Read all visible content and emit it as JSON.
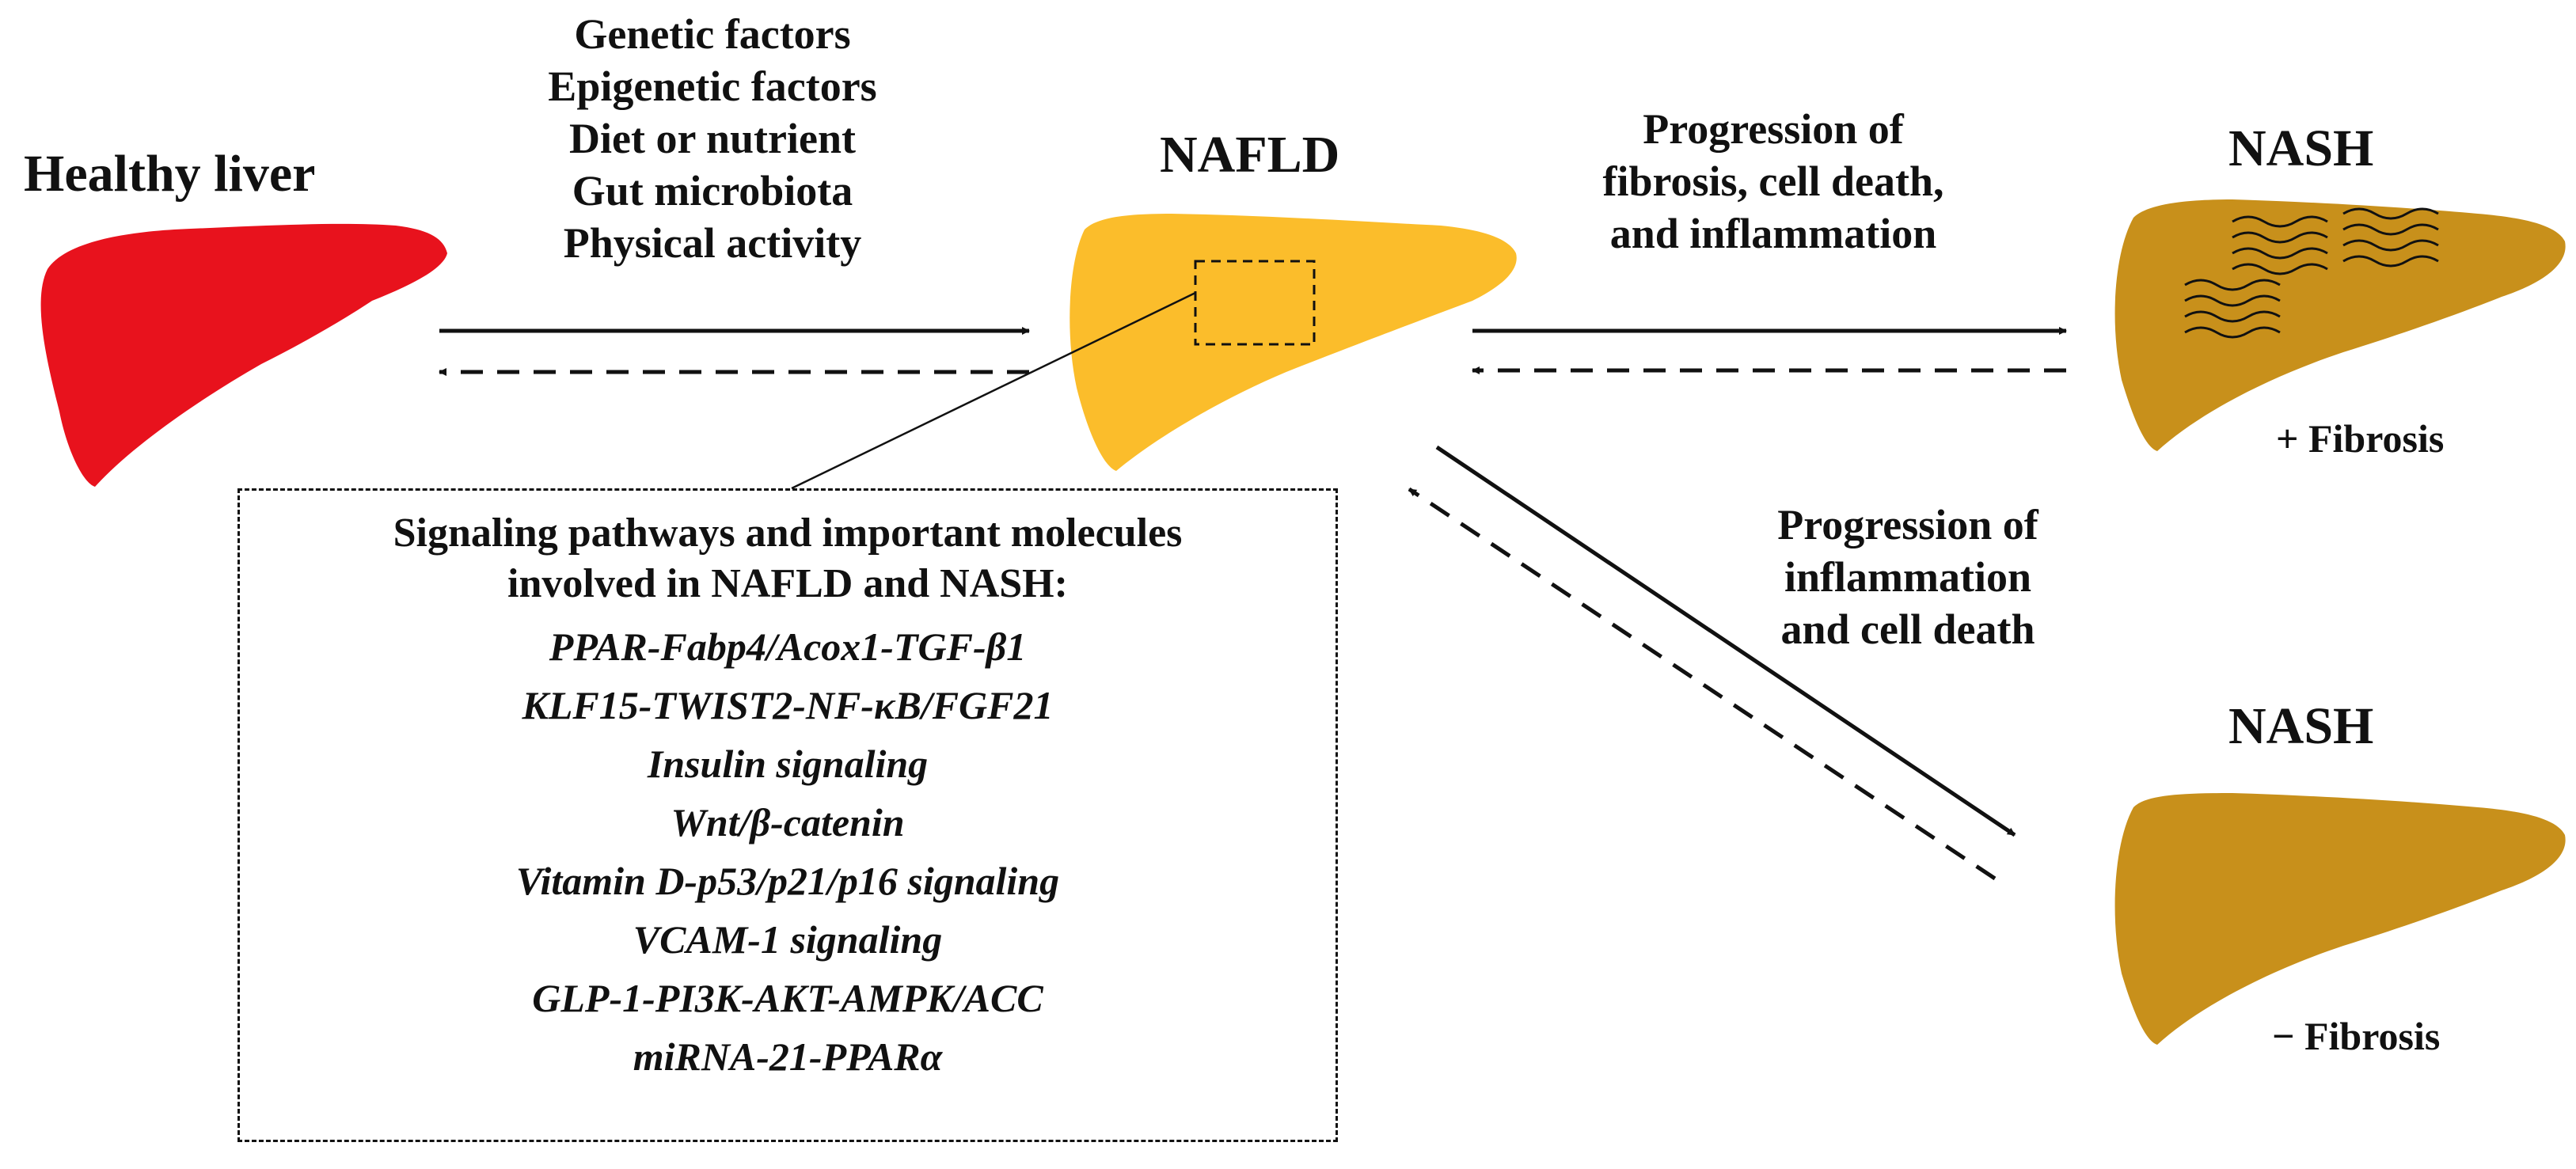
{
  "colors": {
    "healthy_liver": "#e8121d",
    "nafld_liver": "#fbbd2b",
    "nash_liver": "#c8901b",
    "arrow": "#111111"
  },
  "labels": {
    "healthy_liver": "Healthy liver",
    "nafld": "NAFLD",
    "nash_top": "NASH",
    "nash_bottom": "NASH",
    "plus_fibrosis": "+ Fibrosis",
    "minus_fibrosis": "− Fibrosis"
  },
  "factors": [
    "Genetic factors",
    "Epigenetic factors",
    "Diet or nutrient",
    "Gut microbiota",
    "Physical activity"
  ],
  "progression_fibrosis": [
    "Progression of",
    "fibrosis, cell death,",
    "and inflammation"
  ],
  "progression_inflammation": [
    "Progression of",
    "inflammation",
    "and cell death"
  ],
  "pathway_box": {
    "title": [
      "Signaling pathways and important molecules",
      "involved in NAFLD and NASH:"
    ],
    "items": [
      "PPAR-Fabp4/Acox1-TGF-β1",
      "KLF15-TWIST2-NF-κB/FGF21",
      "Insulin signaling",
      "Wnt/β-catenin",
      "Vitamin D-p53/p21/p16 signaling",
      "VCAM-1 signaling",
      "GLP-1-PI3K-AKT-AMPK/ACC",
      "miRNA-21-PPARα"
    ]
  }
}
